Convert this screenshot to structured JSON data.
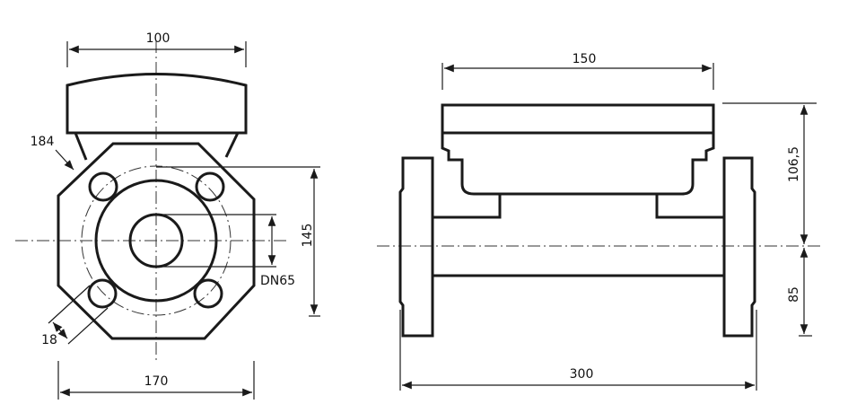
{
  "drawing": {
    "front_view": {
      "dim_top_width": "100",
      "dim_bottom_width": "170",
      "dim_height": "145",
      "dim_bore": "DN65",
      "dim_bolt_circle": "184",
      "dim_hole": "18"
    },
    "side_view": {
      "dim_cover_width": "150",
      "dim_length": "300",
      "dim_upper_height": "106,5",
      "dim_lower_height": "85"
    },
    "line_color": "#1a1a1a"
  }
}
